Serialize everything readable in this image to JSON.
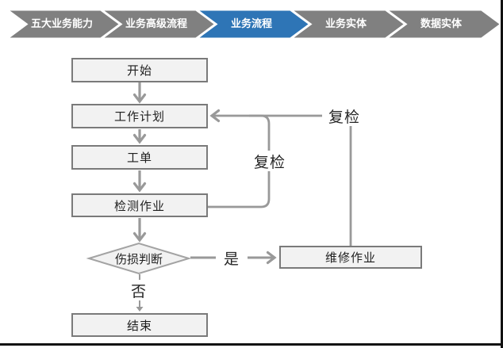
{
  "breadcrumb": {
    "items": [
      {
        "label": "五大业务能力",
        "active": false
      },
      {
        "label": "业务高级流程",
        "active": false
      },
      {
        "label": "业务流程",
        "active": true
      },
      {
        "label": "业务实体",
        "active": false
      },
      {
        "label": "数据实体",
        "active": false
      }
    ]
  },
  "colors": {
    "chevron_active": "#2E75B6",
    "chevron_inactive": "#808080",
    "node_fill": "#F2F2F2",
    "node_border": "#7A7A7A",
    "diamond_border": "#A3A3A3",
    "connector": "#999999",
    "text": "#1F1F1F"
  },
  "flowchart": {
    "nodes": {
      "start": "开始",
      "work_plan": "工作计划",
      "work_order": "工单",
      "inspection": "检测作业",
      "decision": "伤损判断",
      "repair": "维修作业",
      "end": "结束"
    },
    "labels": {
      "recheck_outer": "复检",
      "recheck_inner": "复检",
      "yes": "是",
      "no": "否"
    }
  }
}
